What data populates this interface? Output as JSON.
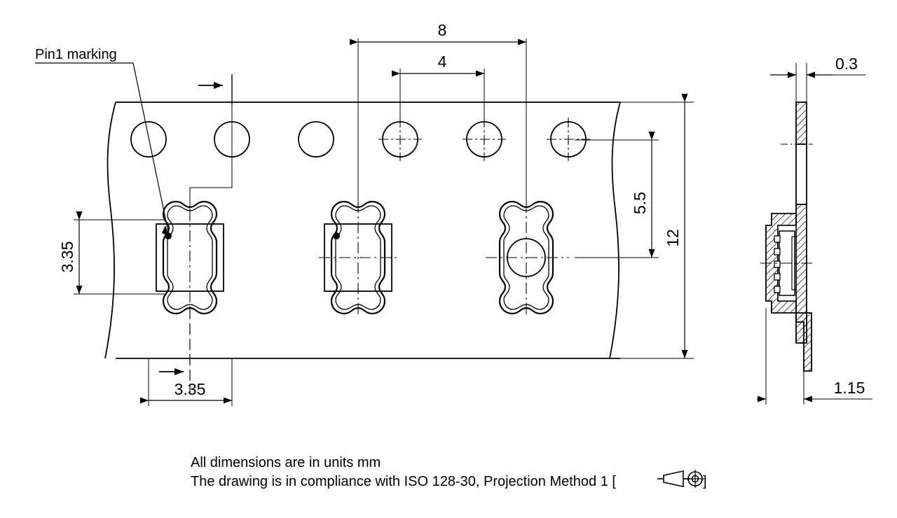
{
  "drawing": {
    "title": "Carrier tape dimensional drawing",
    "units_note": "All dimensions are in units mm",
    "standard_note": "The drawing is in compliance with ISO 128-30, Projection Method 1 [",
    "standard_note_close": "]",
    "line_color": "#000000",
    "background": "#ffffff"
  },
  "annotations": {
    "pin1_label": "Pin1 marking"
  },
  "dimensions": {
    "pitch_sprocket_to_pocket": "8",
    "sprocket_pitch": "4",
    "pocket_width": "3.35",
    "pocket_offset": "3.35",
    "pocket_center_to_edge": "5.5",
    "tape_width": "12",
    "tape_thickness": "0.3",
    "pocket_depth": "1.15"
  },
  "views": {
    "plan_view_name": "plan-view",
    "section_view_name": "section-view"
  },
  "symbols": {
    "projection_method": "first-angle-projection-symbol"
  }
}
